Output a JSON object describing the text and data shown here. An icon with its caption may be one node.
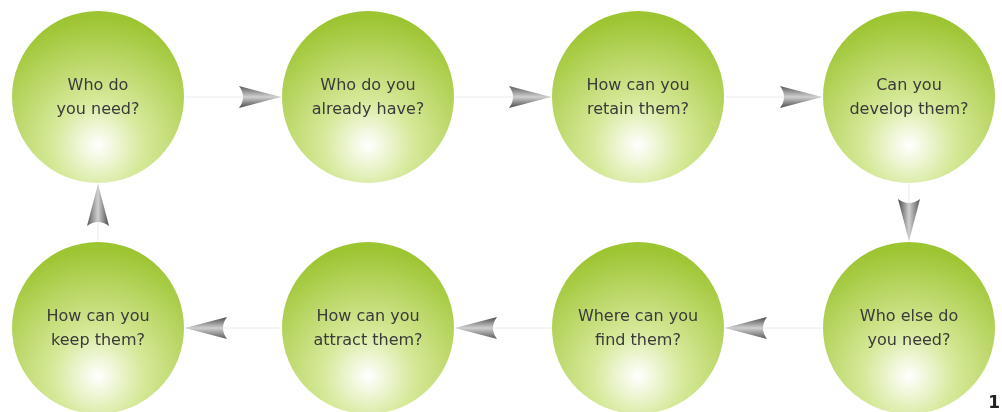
{
  "diagram": {
    "nodes": [
      {
        "text": [
          "Who do you need?"
        ]
      },
      {
        "text": [
          "Who do you already have?"
        ]
      },
      {
        "text": [
          "How can you retain them?"
        ]
      },
      {
        "text": [
          "Can you develop them?"
        ]
      },
      {
        "text": [
          "How can you keep them?"
        ]
      },
      {
        "text": [
          "How can you attract them?"
        ]
      },
      {
        "text": [
          "Where can you find them?"
        ]
      },
      {
        "text": [
          "Who else do you need?"
        ]
      }
    ],
    "edges": [
      {
        "from": 0,
        "to": 1,
        "arrow": "to"
      },
      {
        "from": 1,
        "to": 2,
        "arrow": "to"
      },
      {
        "from": 2,
        "to": 3,
        "arrow": "to"
      },
      {
        "from": 3,
        "to": 7,
        "arrow": "to"
      },
      {
        "from": 7,
        "to": 6,
        "arrow": "to"
      },
      {
        "from": 6,
        "to": 5,
        "arrow": "to"
      },
      {
        "from": 5,
        "to": 4,
        "arrow": "to"
      },
      {
        "from": 4,
        "to": 0,
        "arrow": "to"
      }
    ],
    "labels": [
      "1"
    ]
  }
}
